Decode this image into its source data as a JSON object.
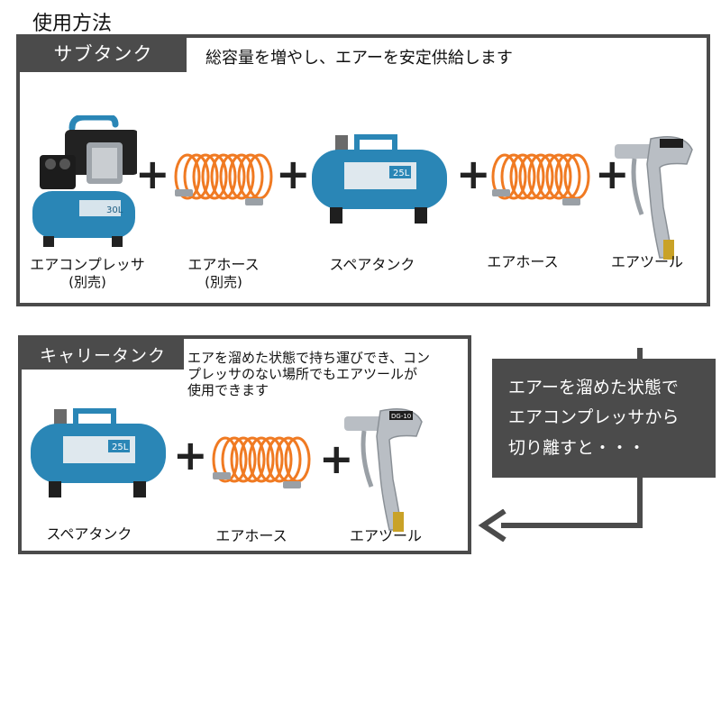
{
  "page": {
    "title": "使用方法"
  },
  "subtank": {
    "tab_label": "サブタンク",
    "description": "総容量を増やし、エアーを安定供給します",
    "items": [
      {
        "label": "エアコンプレッサ",
        "sublabel": "(別売)"
      },
      {
        "label": "エアホース",
        "sublabel": "(別売)"
      },
      {
        "label": "スペアタンク",
        "sublabel": ""
      },
      {
        "label": "エアホース",
        "sublabel": ""
      },
      {
        "label": "エアツール",
        "sublabel": ""
      }
    ],
    "plus": "+",
    "compressor_tag": "30L",
    "tank_badge": "25L"
  },
  "carry": {
    "tab_label": "キャリータンク",
    "description_lines": [
      "エアを溜めた状態で持ち運びでき、コン",
      "プレッサのない場所でもエアツールが",
      "使用できます"
    ],
    "items": [
      {
        "label": "スペアタンク"
      },
      {
        "label": "エアホース"
      },
      {
        "label": "エアツール"
      }
    ],
    "plus": "+",
    "tank_badge": "25L",
    "tool_tag": "DG-10"
  },
  "callout": {
    "lines": [
      "エアーを溜めた状態で",
      "エアコンプレッサから",
      "切り離すと・・・"
    ]
  },
  "colors": {
    "panel_border": "#4b4b4b",
    "tank_blue": "#2a86b6",
    "hose_orange": "#f07a22",
    "tool_silver": "#b9bec4"
  }
}
